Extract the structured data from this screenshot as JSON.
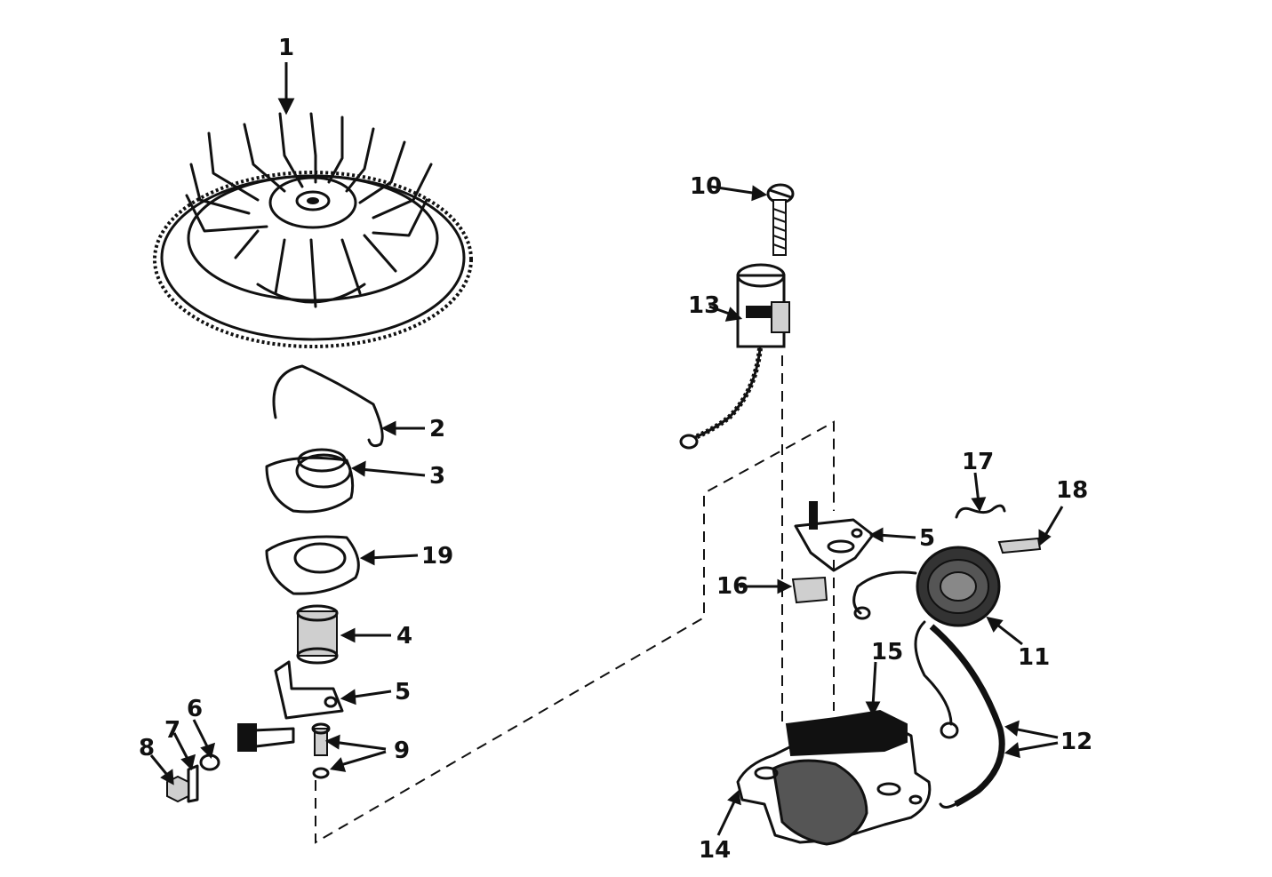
{
  "diagram": {
    "callouts": [
      {
        "id": "flywheel",
        "label": "1"
      },
      {
        "id": "spring-wire",
        "label": "2"
      },
      {
        "id": "cam-plate",
        "label": "3"
      },
      {
        "id": "cam-sleeve",
        "label": "4"
      },
      {
        "id": "breaker-arm-left",
        "label": "5"
      },
      {
        "id": "washer",
        "label": "6"
      },
      {
        "id": "lock-washer",
        "label": "7"
      },
      {
        "id": "nut",
        "label": "8"
      },
      {
        "id": "screw-and-washer",
        "label": "9"
      },
      {
        "id": "condenser-screw",
        "label": "10"
      },
      {
        "id": "ignition-coil",
        "label": "11"
      },
      {
        "id": "coil-leads",
        "label": "12"
      },
      {
        "id": "condenser",
        "label": "13"
      },
      {
        "id": "breaker-housing",
        "label": "14"
      },
      {
        "id": "housing-slot",
        "label": "15"
      },
      {
        "id": "felt-pad",
        "label": "16"
      },
      {
        "id": "clip-spring",
        "label": "17"
      },
      {
        "id": "insulator-block",
        "label": "18"
      },
      {
        "id": "gasket-plate",
        "label": "19"
      },
      {
        "id": "breaker-arm-right",
        "label": "5"
      }
    ]
  }
}
